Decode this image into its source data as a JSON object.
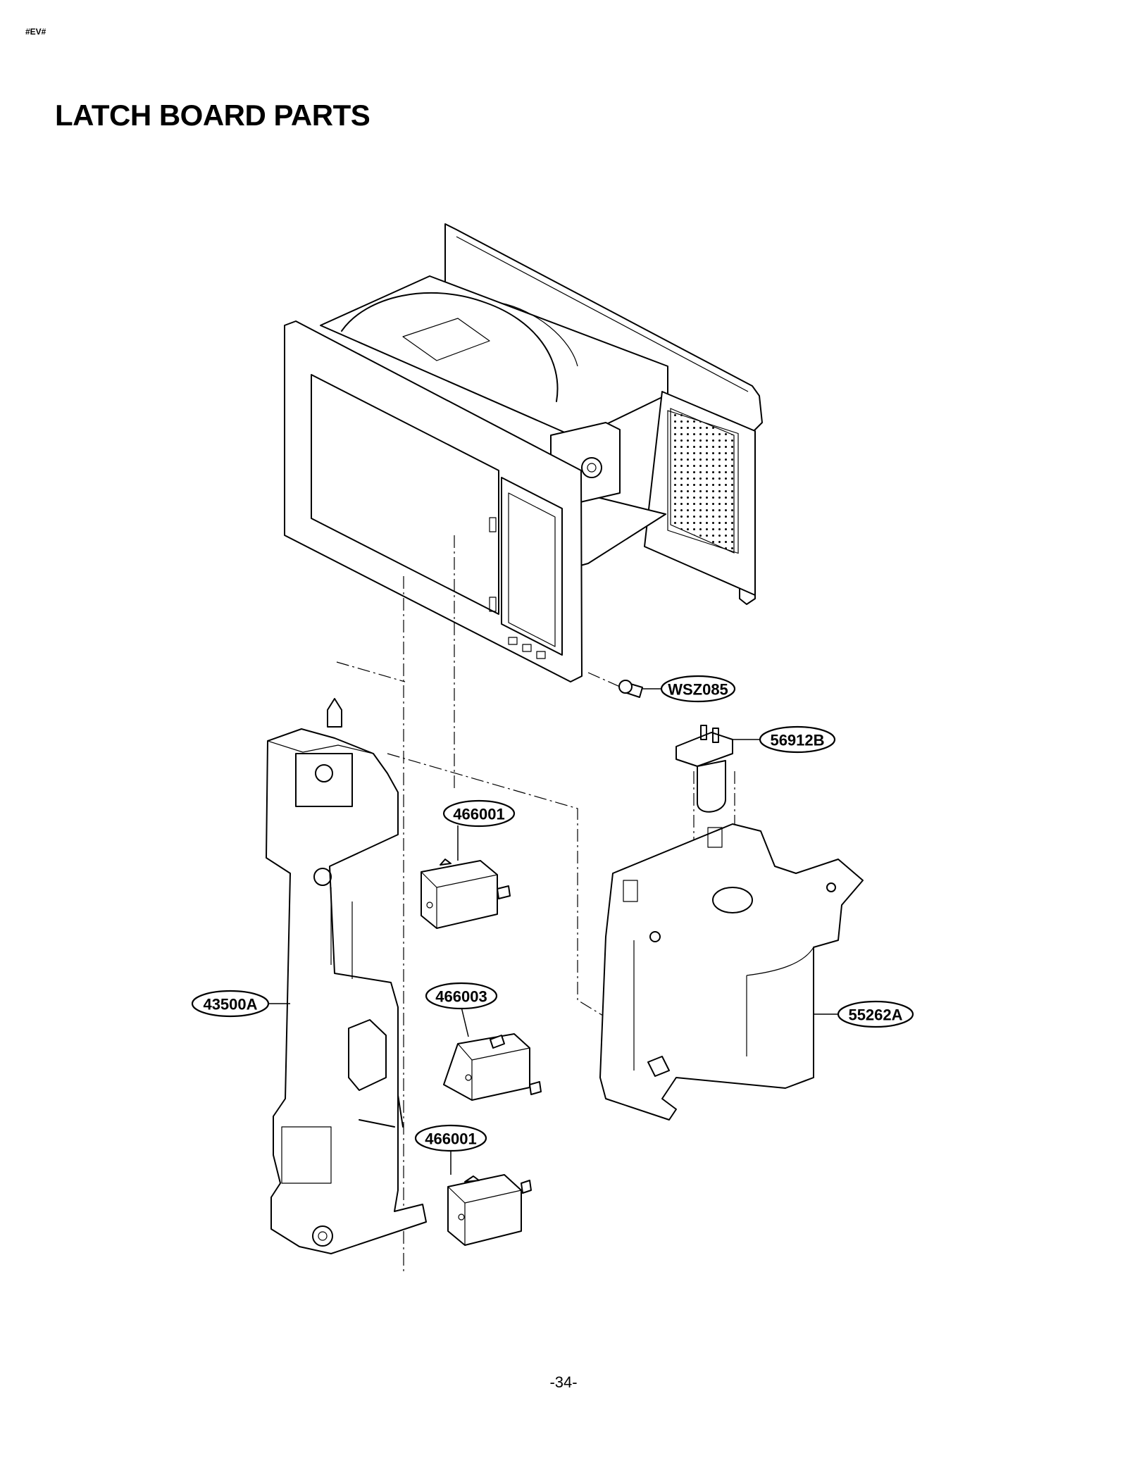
{
  "header": {
    "tag": "#EV#",
    "title": "LATCH BOARD PARTS"
  },
  "footer": {
    "page_number": "-34-"
  },
  "callouts": [
    {
      "id": "screw",
      "label": "WSZ085"
    },
    {
      "id": "lamp",
      "label": "56912B"
    },
    {
      "id": "switch_top",
      "label": "466001"
    },
    {
      "id": "latch_board",
      "label": "43500A"
    },
    {
      "id": "switch_middle",
      "label": "466003"
    },
    {
      "id": "switch_bottom",
      "label": "466001"
    },
    {
      "id": "lamp_holder",
      "label": "55262A"
    }
  ]
}
